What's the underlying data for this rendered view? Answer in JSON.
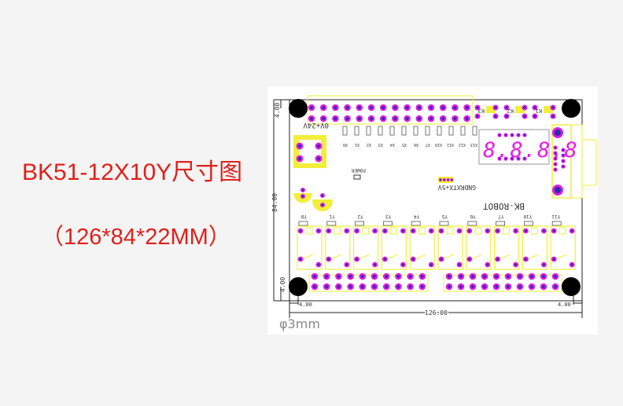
{
  "title": "BK51-12X10Y尺寸图",
  "subtitle": "（126*84*22MM）",
  "drawing": {
    "dim_width": "126.00",
    "dim_height": "84.00",
    "dim_offset_top": "4.00",
    "dim_offset_bottom": "4.00",
    "dim_offset_left": "4.00",
    "dim_offset_right": "4.00",
    "hole_diameter": "φ3mm",
    "power_label": "0V+24V",
    "power_led": "POWER",
    "serial_label": "GNDRXTX+5V",
    "brand": "BK-ROBOT",
    "display_digits": "8.8.8.8",
    "keys": [
      "K3",
      "K2",
      "K1"
    ],
    "inputs": [
      "X0",
      "X1",
      "X2",
      "X3",
      "X4",
      "X5",
      "X6",
      "X7",
      "X10",
      "X11",
      "X12",
      "X13"
    ],
    "outputs": [
      "Y0",
      "Y1",
      "Y2",
      "Y3",
      "Y4",
      "Y5",
      "Y6",
      "Y7",
      "Y10",
      "Y11"
    ],
    "colors": {
      "pad": "#d81ee0",
      "drill": "#2a2ab0",
      "silk": "#f2ee3a",
      "hole": "#000000",
      "text": "#e0201a"
    }
  }
}
